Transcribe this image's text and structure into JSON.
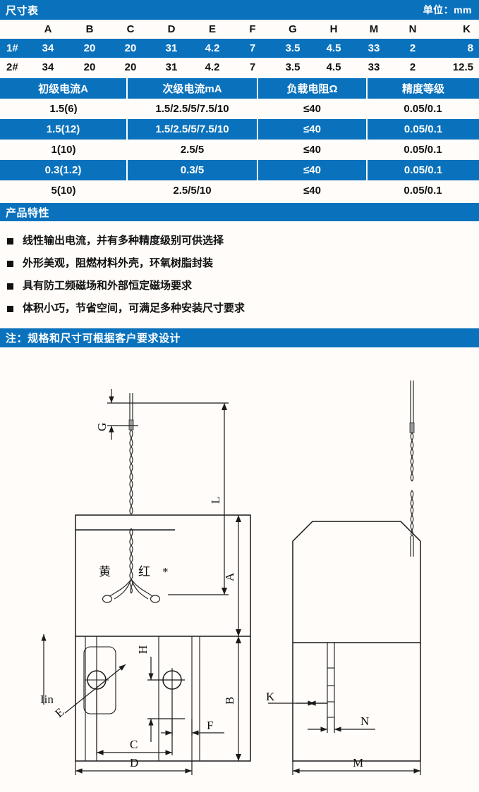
{
  "dimension_section": {
    "title": "尺寸表",
    "unit_label": "单位：mm",
    "columns": [
      "",
      "A",
      "B",
      "C",
      "D",
      "E",
      "F",
      "G",
      "H",
      "M",
      "N",
      "K"
    ],
    "rows": [
      {
        "label": "1#",
        "values": [
          "34",
          "20",
          "20",
          "31",
          "4.2",
          "7",
          "3.5",
          "4.5",
          "33",
          "2",
          "8"
        ]
      },
      {
        "label": "2#",
        "values": [
          "34",
          "20",
          "20",
          "31",
          "4.2",
          "7",
          "3.5",
          "4.5",
          "33",
          "2",
          "12.5"
        ]
      }
    ]
  },
  "spec_section": {
    "columns": [
      "初级电流A",
      "次级电流mA",
      "负载电阻Ω",
      "精度等级"
    ],
    "rows": [
      [
        "1.5(6)",
        "1.5/2.5/5/7.5/10",
        "≤40",
        "0.05/0.1"
      ],
      [
        "1.5(12)",
        "1.5/2.5/5/7.5/10",
        "≤40",
        "0.05/0.1"
      ],
      [
        "1(10)",
        "2.5/5",
        "≤40",
        "0.05/0.1"
      ],
      [
        "0.3(1.2)",
        "0.3/5",
        "≤40",
        "0.05/0.1"
      ],
      [
        "5(10)",
        "2.5/5/10",
        "≤40",
        "0.05/0.1"
      ]
    ]
  },
  "features_section": {
    "title": "产品特性",
    "items": [
      "线性输出电流，并有多种精度级别可供选择",
      "外形美观，阻燃材料外壳，环氧树脂封装",
      "具有防工频磁场和外部恒定磁场要求",
      "体积小巧，节省空间，可满足多种安装尺寸要求"
    ]
  },
  "note_section": {
    "text": "注：规格和尺寸可根据客户要求设计"
  },
  "drawing": {
    "front_view": {
      "labels": {
        "wire_yellow": "黄",
        "wire_red": "红",
        "wire_star": "*",
        "g": "G",
        "l": "L",
        "a": "A",
        "b": "B",
        "c": "C",
        "d": "D",
        "e": "E",
        "f": "F",
        "h": "H",
        "current_in": "Iin"
      }
    },
    "side_view": {
      "labels": {
        "k": "K",
        "n": "N",
        "m": "M"
      }
    }
  },
  "colors": {
    "accent_blue": "#0a72bd",
    "background": "#fffcf9",
    "text": "#111111",
    "line": "#1a1a1a"
  }
}
